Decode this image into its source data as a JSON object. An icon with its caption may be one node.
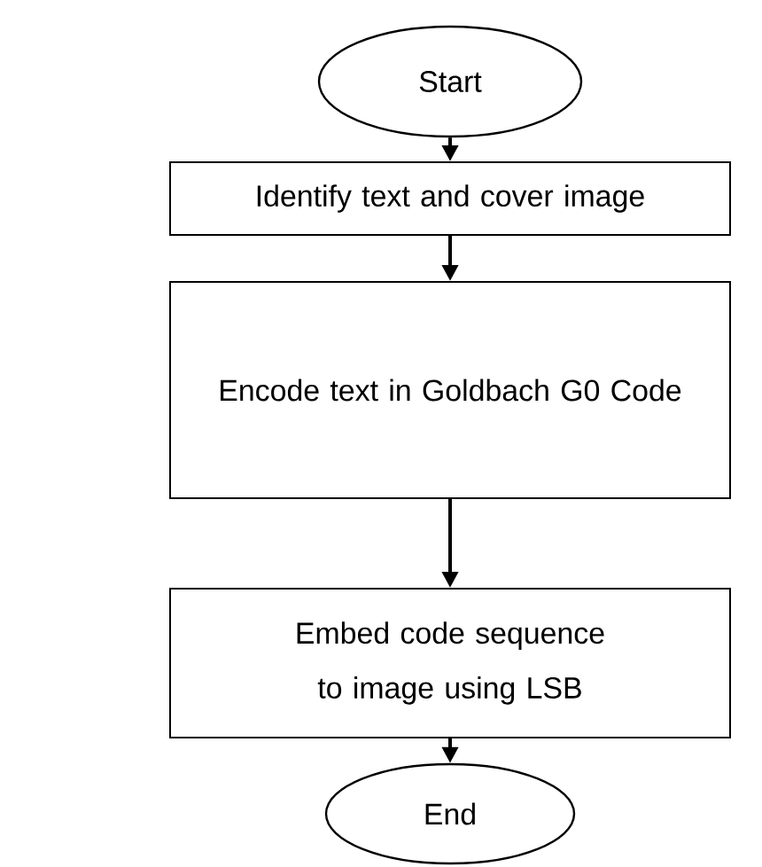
{
  "diagram": {
    "nodes": [
      {
        "text": [
          "Start"
        ]
      },
      {
        "text": [
          "Identify text and cover image"
        ]
      },
      {
        "text": [
          "Encode text in Goldbach G0 Code"
        ]
      },
      {
        "text": [
          "Embed code sequence to image using LSB"
        ]
      },
      {
        "text": [
          "End"
        ]
      }
    ],
    "edges": [
      {
        "from": 0,
        "to": 1,
        "arrow": "to"
      },
      {
        "from": 1,
        "to": 2,
        "arrow": "to"
      },
      {
        "from": 2,
        "to": 3,
        "arrow": "to"
      },
      {
        "from": 3,
        "to": 4,
        "arrow": "to"
      }
    ]
  }
}
